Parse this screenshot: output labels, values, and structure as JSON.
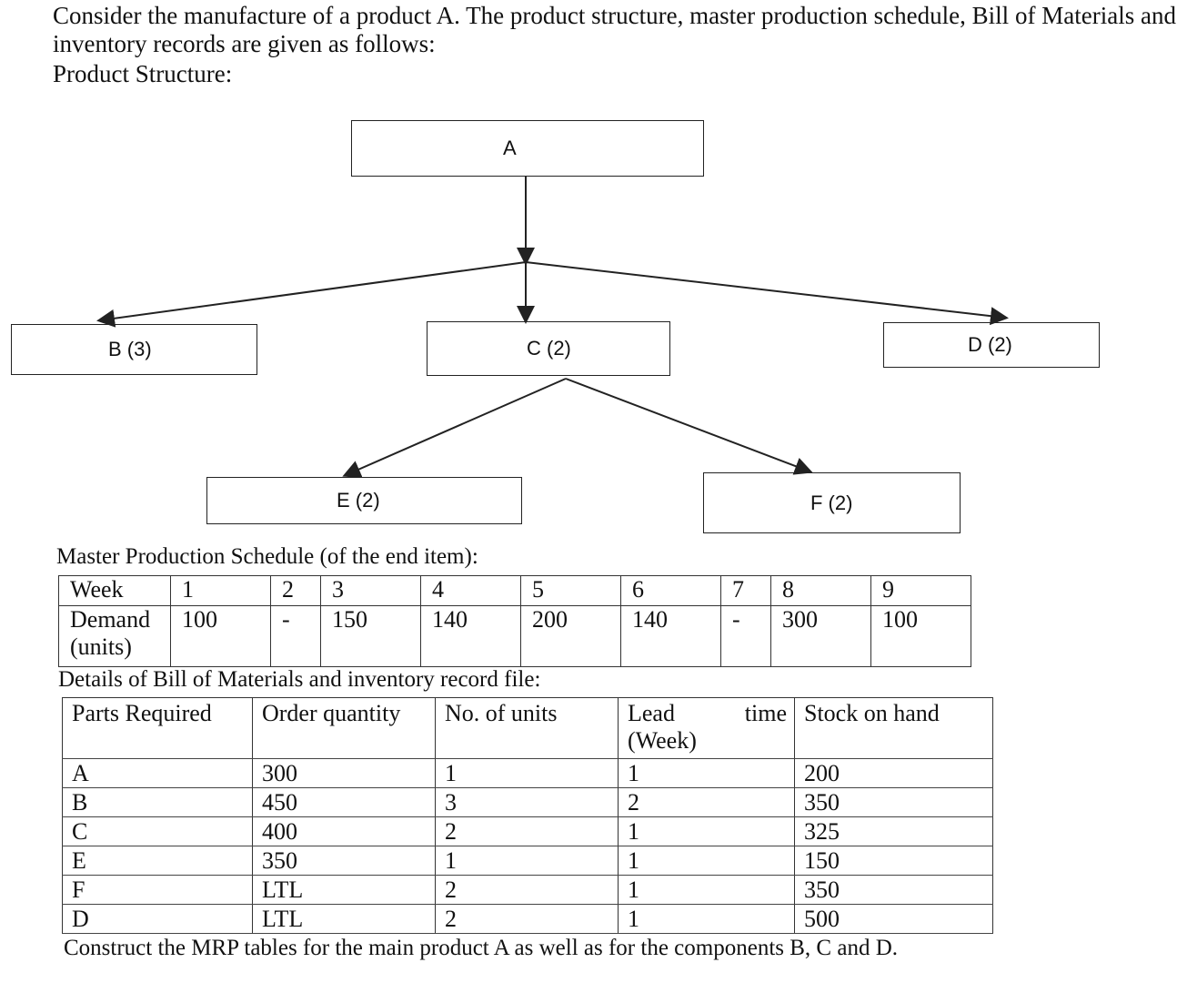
{
  "intro": {
    "text": "Consider the manufacture of a product A. The product structure, master production schedule, Bill of Materials and inventory records are given as follows:",
    "structure_heading": "Product Structure:"
  },
  "tree": {
    "root": "A",
    "level1": [
      "B (3)",
      "C (2)",
      "D (2)"
    ],
    "level2": [
      "E (2)",
      "F (2)"
    ]
  },
  "mps": {
    "title": "Master Production Schedule (of the end item):",
    "week_label": "Week",
    "demand_label": "Demand (units)",
    "weeks": [
      "1",
      "2",
      "3",
      "4",
      "5",
      "6",
      "7",
      "8",
      "9"
    ],
    "demand": [
      "100",
      "-",
      "150",
      "140",
      "200",
      "140",
      "-",
      "300",
      "100"
    ]
  },
  "bom": {
    "title": "Details of Bill of Materials and inventory record file:",
    "headers": [
      "Parts Required",
      "Order quantity",
      "No. of units",
      "Lead (Week)",
      "time",
      "Stock on hand"
    ],
    "rows": [
      {
        "part": "A",
        "order_qty": "300",
        "units": "1",
        "lead": "1",
        "stock": "200"
      },
      {
        "part": "B",
        "order_qty": "450",
        "units": "3",
        "lead": "2",
        "stock": "350"
      },
      {
        "part": "C",
        "order_qty": "400",
        "units": "2",
        "lead": "1",
        "stock": "325"
      },
      {
        "part": "E",
        "order_qty": "350",
        "units": "1",
        "lead": "1",
        "stock": "150"
      },
      {
        "part": "F",
        "order_qty": "LTL",
        "units": "2",
        "lead": "1",
        "stock": "350"
      },
      {
        "part": "D",
        "order_qty": "LTL",
        "units": "2",
        "lead": "1",
        "stock": "500"
      }
    ]
  },
  "footer": "Construct the MRP tables for the main product A as well as for the components B, C and D."
}
